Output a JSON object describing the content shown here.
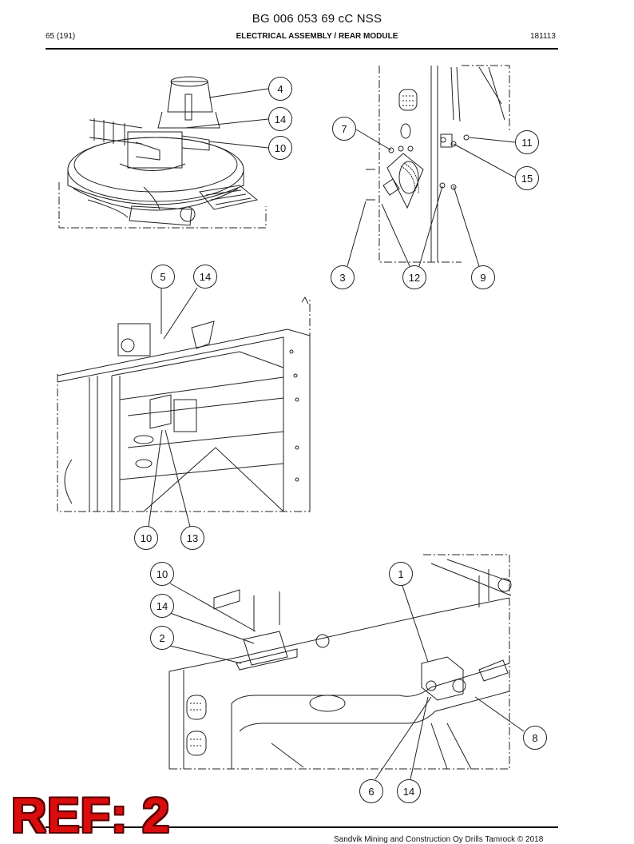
{
  "header": {
    "title": "BG 006 053 69 cC NSS",
    "page": "65 (191)",
    "section": "ELECTRICAL ASSEMBLY / REAR MODULE",
    "code": "181113"
  },
  "callouts": {
    "c4": "4",
    "c14a": "14",
    "c10a": "10",
    "c7": "7",
    "c11": "11",
    "c15": "15",
    "c3": "3",
    "c12": "12",
    "c9": "9",
    "c5": "5",
    "c14b": "14",
    "c10b": "10",
    "c13": "13",
    "c10c": "10",
    "c1": "1",
    "c14c": "14",
    "c2": "2",
    "c8": "8",
    "c6": "6",
    "c14d": "14"
  },
  "stamp": "REF: 2",
  "footer": "Sandvik Mining and Construction Oy Drills Tamrock © 2018"
}
